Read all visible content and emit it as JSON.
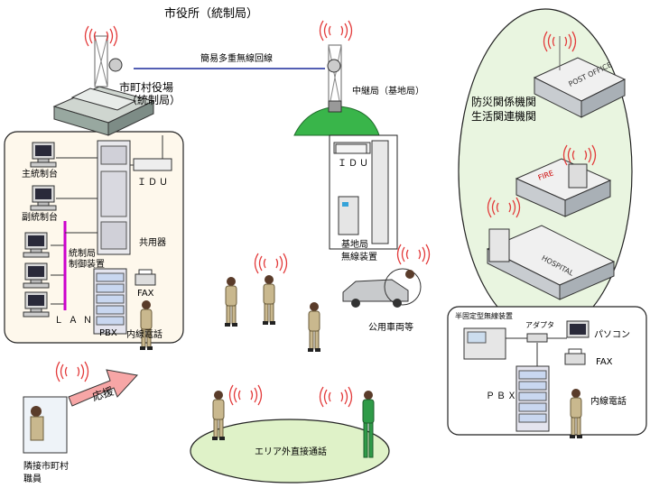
{
  "labels": {
    "city_hall": "市役所（統制局）",
    "link": "簡易多重無線回線",
    "town_office_1": "市町村役場",
    "town_office_2": "（統制局）",
    "relay": "中継局（基地局）",
    "disaster_1": "防災関係機関",
    "disaster_2": "生活関連機関",
    "idu_left": "ＩＤＵ",
    "idu_relay": "ＩＤＵ",
    "main_console": "主統制台",
    "sub_console": "副統制台",
    "control_device_1": "統制局",
    "control_device_2": "制御装置",
    "shared": "共用器",
    "fax": "FAX",
    "lan": "ＬＡＮ",
    "pbx": "PBX",
    "ext_phone": "内線電話",
    "base_radio_1": "基地局",
    "base_radio_2": "無線装置",
    "public_vehicle": "公用車両等",
    "semi_fixed": "半固定型無線装置",
    "adapter": "アダプタ",
    "pc": "パソコン",
    "fax_right": "FAX",
    "pbx_right": "ＰＢＸ",
    "ext_phone_right": "内線電話",
    "support": "応援",
    "neighbor_1": "隣接市町村",
    "neighbor_2": "職員",
    "direct_call": "エリア外直接通話",
    "post_office": "POST OFFICE",
    "fire": "FIRE",
    "hospital": "HOSPITAL"
  },
  "colors": {
    "panel_bg": "#fef8ec",
    "hill": "#39b54a",
    "ellipse_right": "#e9f5e0",
    "ellipse_bottom": "#dff2c8",
    "link_line": "#1a2a9c",
    "lan_line": "#cc00cc",
    "signal": "#e33b3b",
    "arrow": "#f7a6a6"
  }
}
